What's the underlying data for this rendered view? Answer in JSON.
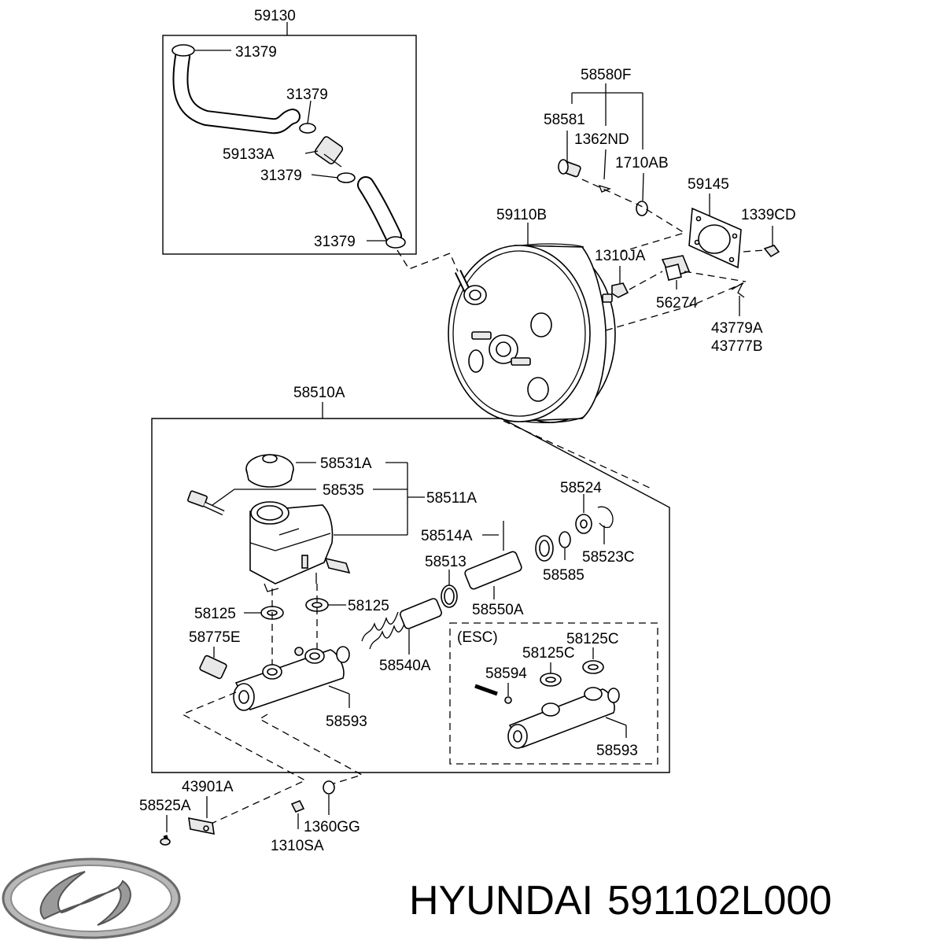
{
  "parts": {
    "p59130": "59130",
    "p31379a": "31379",
    "p31379b": "31379",
    "p59133a": "59133A",
    "p31379c": "31379",
    "p31379d": "31379",
    "p58580f": "58580F",
    "p58581": "58581",
    "p1362nd": "1362ND",
    "p1710ab": "1710AB",
    "p59145": "59145",
    "p1339cd": "1339CD",
    "p59110b": "59110B",
    "p1310ja": "1310JA",
    "p56274": "56274",
    "p43779a": "43779A",
    "p43777b": "43777B",
    "p58510a": "58510A",
    "p58531a": "58531A",
    "p58535": "58535",
    "p58511a": "58511A",
    "p58524": "58524",
    "p58514a": "58514A",
    "p58523c": "58523C",
    "p58513": "58513",
    "p58585": "58585",
    "p58125a": "58125",
    "p58125b": "58125",
    "p58550a": "58550A",
    "p58775e": "58775E",
    "p58540a": "58540A",
    "p58593a": "58593",
    "pesc": "(ESC)",
    "p58125c1": "58125C",
    "p58125c2": "58125C",
    "p58594": "58594",
    "p58593b": "58593",
    "p43901a": "43901A",
    "p58525a": "58525A",
    "p1360gg": "1360GG",
    "p1310sa": "1310SA"
  },
  "footer": {
    "brand": "HYUNDAI",
    "part_number": "591102L000"
  },
  "logo": {
    "name": "hyundai-logo"
  }
}
